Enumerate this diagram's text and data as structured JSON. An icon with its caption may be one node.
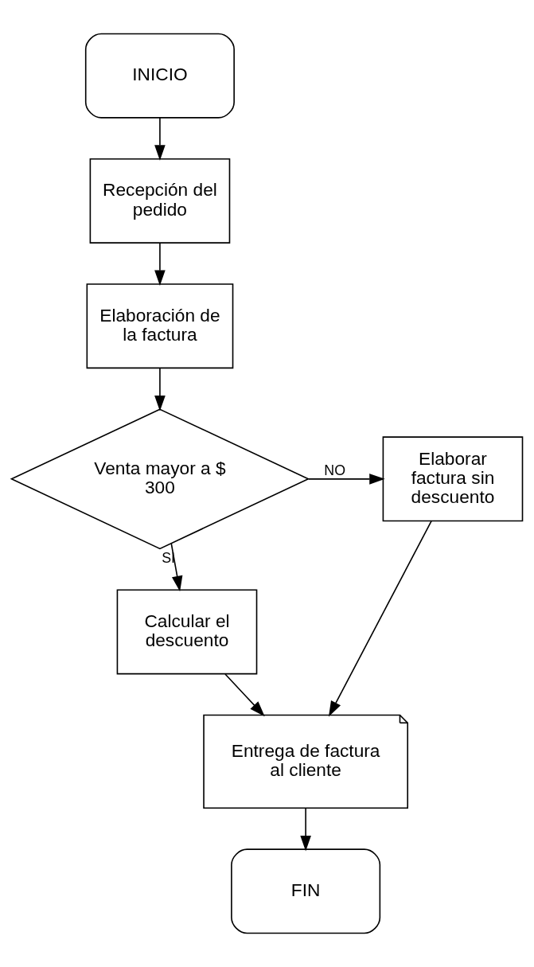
{
  "diagram": {
    "nodes": [
      {
        "text": [
          "INICIO"
        ]
      },
      {
        "text": [
          "Recepción del pedido"
        ]
      },
      {
        "text": [
          "Elaboración de la factura"
        ]
      },
      {
        "text": [
          "Venta mayor a $ 300"
        ]
      },
      {
        "text": [
          "Elaborar factura sin descuento"
        ]
      },
      {
        "text": [
          "Calcular el descuento"
        ]
      },
      {
        "text": [
          "Entrega de factura al cliente"
        ]
      },
      {
        "text": [
          "FIN"
        ]
      }
    ],
    "edges": [
      {
        "from": 0,
        "to": 1,
        "arrow": "to"
      },
      {
        "from": 1,
        "to": 2,
        "arrow": "to"
      },
      {
        "from": 2,
        "to": 3,
        "arrow": "to"
      },
      {
        "from": 3,
        "to": 4,
        "arrow": "to",
        "label": "NO"
      },
      {
        "from": 3,
        "to": 5,
        "arrow": "to",
        "label": "SI"
      },
      {
        "from": 5,
        "to": 6,
        "arrow": "to"
      },
      {
        "from": 4,
        "to": 6,
        "arrow": "to"
      },
      {
        "from": 6,
        "to": 7,
        "arrow": "to"
      }
    ]
  }
}
